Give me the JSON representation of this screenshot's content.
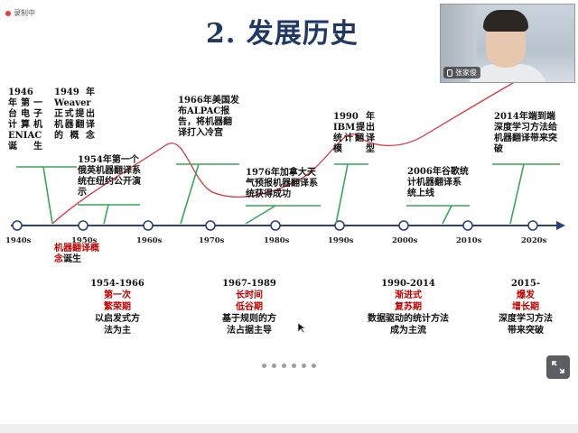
{
  "recording": {
    "label": "录制中"
  },
  "slide": {
    "title": "2. 发展历史"
  },
  "video": {
    "participant_name": "张家俊"
  },
  "timeline": {
    "ticks": [
      "1940s",
      "1950s",
      "1960s",
      "1970s",
      "1980s",
      "1990s",
      "2000s",
      "2010s",
      "2020s"
    ],
    "events": [
      {
        "year": "1946 年",
        "text": "第一台电子计算机ENIAC诞生"
      },
      {
        "year": "1949 年",
        "text": "Weaver正式提出机器翻译的概念"
      },
      {
        "year": "1954年",
        "text": "第一个俄英机器翻译系统在纽约公开演示"
      },
      {
        "year": "1966年",
        "text": "美国发布ALPAC报告，将机器翻译打入冷宫"
      },
      {
        "year": "1976年",
        "text": "加拿大天气预报机器翻译系统获得成功"
      },
      {
        "year": "1990 年",
        "text": "IBM提出统计翻译模型"
      },
      {
        "year": "2006年",
        "text": "谷歌统计机器翻译系统上线"
      },
      {
        "year": "2014年",
        "text": "端到端深度学习方法给机器翻译带来突破"
      }
    ],
    "concept_birth": {
      "highlight": "机器翻译概念",
      "suffix": "诞生"
    }
  },
  "eras": [
    {
      "period": "1954-1966",
      "name_line1": "第一次",
      "name_line2": "繁荣期",
      "desc_line1": "以启发式方",
      "desc_line2": "法为主"
    },
    {
      "period": "1967-1989",
      "name_line1": "长时间",
      "name_line2": "低谷期",
      "desc_line1": "基于规则的方",
      "desc_line2": "法占据主导"
    },
    {
      "period": "1990-2014",
      "name_line1": "渐进式",
      "name_line2": "复苏期",
      "desc_line1": "数据驱动的统计方法",
      "desc_line2": "成为主流"
    },
    {
      "period": "2015-",
      "name_line1": "爆发",
      "name_line2": "增长期",
      "desc_line1": "深度学习方法",
      "desc_line2": "带来突破"
    }
  ],
  "colors": {
    "axis": "#2e3f7a",
    "trend": "#d9363e",
    "callout": "#3aa457",
    "title": "#1f3864",
    "era_name": "#c00000"
  },
  "pager": {
    "dot_count": 6
  },
  "icons": {
    "expand": "expand-icon",
    "record": "record-dot-icon",
    "mic": "mic-icon"
  }
}
